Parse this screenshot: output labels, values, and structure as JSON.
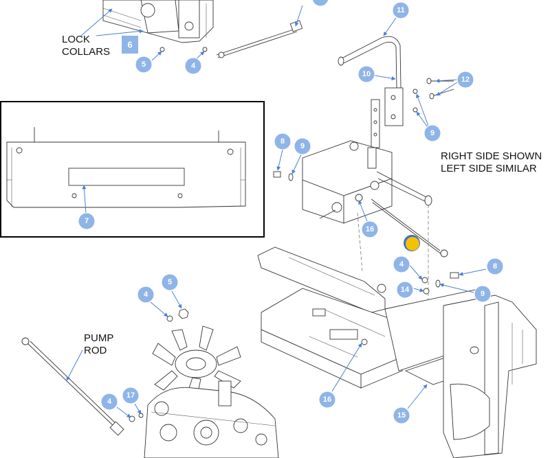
{
  "labels": {
    "lock_collars_line1": "LOCK",
    "lock_collars_line2": "COLLARS",
    "right_side_line1": "RIGHT SIDE SHOWN",
    "right_side_line2": "LEFT SIDE SIMILAR",
    "pump_rod_line1": "PUMP",
    "pump_rod_line2": "ROD"
  },
  "square_callout": "6",
  "callouts": [
    {
      "id": "c11",
      "number": "11"
    },
    {
      "id": "c10",
      "number": "10"
    },
    {
      "id": "c12",
      "number": "12"
    },
    {
      "id": "c9a",
      "number": "9"
    },
    {
      "id": "c8a",
      "number": "8"
    },
    {
      "id": "c9b",
      "number": "9"
    },
    {
      "id": "c16a",
      "number": "16"
    },
    {
      "id": "c4a",
      "number": "4"
    },
    {
      "id": "c5a",
      "number": "5"
    },
    {
      "id": "c7",
      "number": "7"
    },
    {
      "id": "c4b",
      "number": "4"
    },
    {
      "id": "c8b",
      "number": "8"
    },
    {
      "id": "c14",
      "number": "14"
    },
    {
      "id": "c9c",
      "number": "9"
    },
    {
      "id": "c4c",
      "number": "4"
    },
    {
      "id": "c5b",
      "number": "5"
    },
    {
      "id": "c16b",
      "number": "16"
    },
    {
      "id": "c15",
      "number": "15"
    },
    {
      "id": "c4d",
      "number": "4"
    },
    {
      "id": "c17",
      "number": "17"
    }
  ],
  "colors": {
    "callout_fill": "#8fb4e8",
    "leader": "#4a7fd4",
    "highlight_yellow": "#f2c200",
    "highlight_blue": "#3d6fd0"
  }
}
